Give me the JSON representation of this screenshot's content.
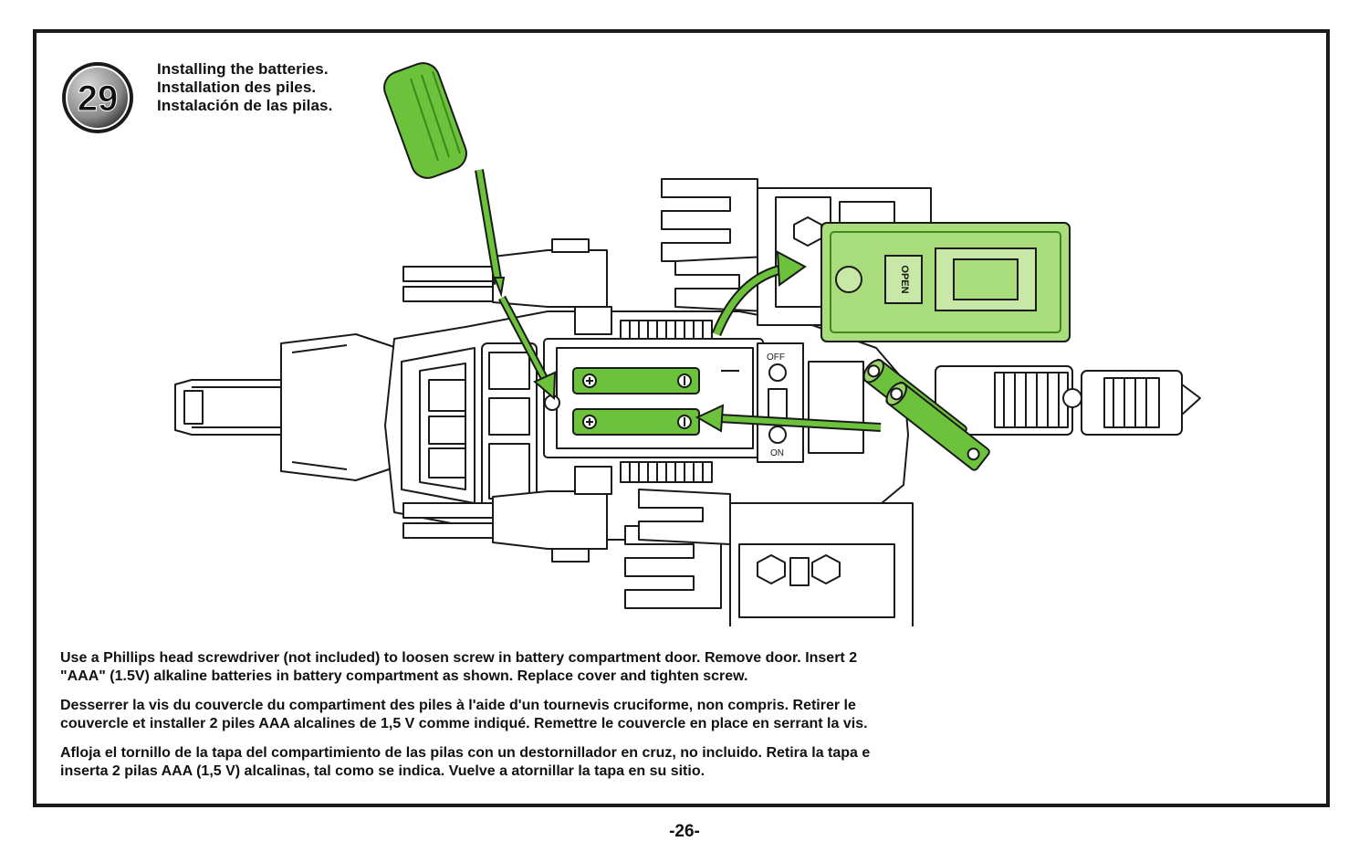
{
  "step": {
    "number": "29"
  },
  "titles": {
    "en": "Installing the batteries.",
    "fr": "Installation des piles.",
    "es": "Instalación de las pilas."
  },
  "illustration": {
    "switch_off_label": "OFF",
    "switch_on_label": "ON",
    "door_label": "OPEN",
    "colors": {
      "accent_green": "#6cc23a",
      "dark_green": "#3f8a1d",
      "cover_green": "#a9dc7a",
      "line": "#1a1a1a"
    }
  },
  "instructions": {
    "en": "Use a Phillips head screwdriver (not included) to loosen screw in battery compartment door. Remove door. Insert 2 \"AAA\" (1.5V) alkaline batteries in battery compartment as shown. Replace cover and tighten screw.",
    "fr": "Desserrer la vis du couvercle du compartiment des piles à l'aide d'un tournevis cruciforme, non compris. Retirer le couvercle et installer 2 piles AAA alcalines de 1,5 V comme indiqué. Remettre le couvercle en place en serrant la vis.",
    "es": "Afloja el tornillo de la tapa del compartimiento de las pilas con un destornillador en cruz, no incluido. Retira la tapa e inserta 2 pilas AAA (1,5 V) alcalinas, tal como se indica. Vuelve a atornillar la tapa en su sitio."
  },
  "page_number": "-26-"
}
